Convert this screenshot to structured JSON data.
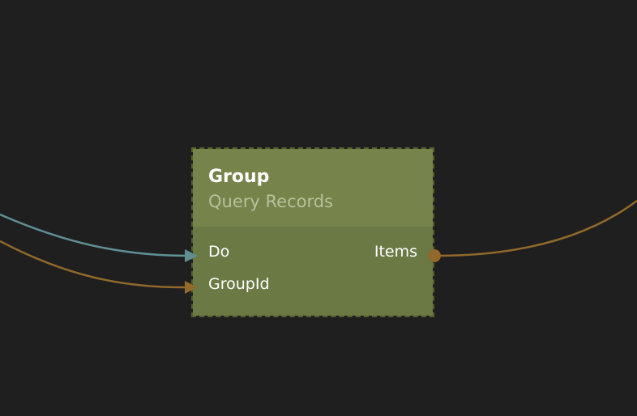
{
  "node": {
    "title": "Group",
    "subtitle": "Query Records",
    "inputs": [
      "Do",
      "GroupId"
    ],
    "outputs": [
      "Items"
    ]
  },
  "colors": {
    "background": "#1f1f1f",
    "node_header": "#76834a",
    "node_body": "#6b7944",
    "node_border": "#55612f",
    "signal_wire": "#5f8f94",
    "data_wire": "#91692a"
  },
  "icons": {
    "input_port": "triangle-arrow-icon",
    "output_port": "circle-dot-icon"
  }
}
